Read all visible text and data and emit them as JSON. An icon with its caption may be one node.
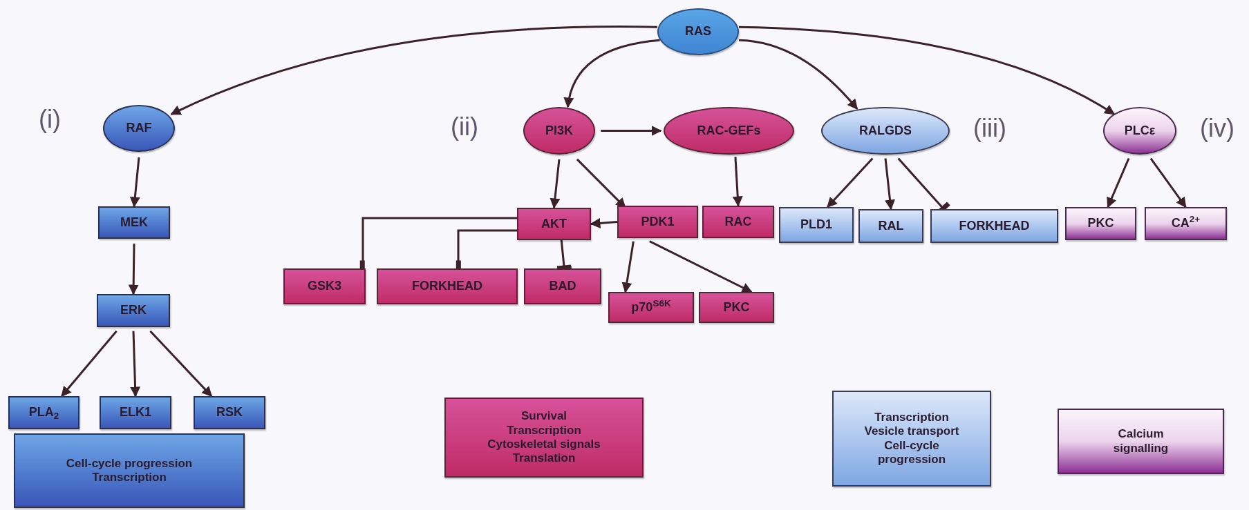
{
  "diagram": {
    "nodes": [
      {
        "text": [
          "RAS"
        ]
      },
      {
        "text": [
          "RAF"
        ]
      },
      {
        "text": [
          "MEK"
        ]
      },
      {
        "text": [
          "ERK"
        ]
      },
      {
        "text": [
          "PLA$_{2}$"
        ]
      },
      {
        "text": [
          "ELK1"
        ]
      },
      {
        "text": [
          "RSK"
        ]
      },
      {
        "text": [
          "Cell-cycle progression Transcription"
        ]
      },
      {
        "text": [
          "PI3K"
        ]
      },
      {
        "text": [
          "RAC-GEFs"
        ]
      },
      {
        "text": [
          "RALGDS"
        ]
      },
      {
        "text": [
          "PLCε"
        ]
      },
      {
        "text": [
          "AKT"
        ]
      },
      {
        "text": [
          "PDK1"
        ]
      },
      {
        "text": [
          "RAC"
        ]
      },
      {
        "text": [
          "PLD1"
        ]
      },
      {
        "text": [
          "RAL"
        ]
      },
      {
        "text": [
          "FORKHEAD"
        ]
      },
      {
        "text": [
          "PKC"
        ]
      },
      {
        "text": [
          "CA$^{2+}$"
        ]
      },
      {
        "text": [
          "GSK3"
        ]
      },
      {
        "text": [
          "FORKHEAD"
        ]
      },
      {
        "text": [
          "BAD"
        ]
      },
      {
        "text": [
          "p70$^{S6K}$"
        ]
      },
      {
        "text": [
          "PKC"
        ]
      },
      {
        "text": [
          "Survival Transcription Cytoskeletal signals Translation"
        ]
      },
      {
        "text": [
          "Transcription Vesicle transport Cell-cycle progression"
        ]
      },
      {
        "text": [
          "Calcium signalling"
        ]
      }
    ],
    "edges": [
      {
        "from": 0,
        "to": 1,
        "arrow": "to"
      },
      {
        "from": 0,
        "to": 8,
        "arrow": "to"
      },
      {
        "from": 0,
        "to": 10,
        "arrow": "to"
      },
      {
        "from": 0,
        "to": 11,
        "arrow": "to"
      },
      {
        "from": 1,
        "to": 2,
        "arrow": "to"
      },
      {
        "from": 2,
        "to": 3,
        "arrow": "to"
      },
      {
        "from": 3,
        "to": 4,
        "arrow": "to"
      },
      {
        "from": 3,
        "to": 5,
        "arrow": "to"
      },
      {
        "from": 3,
        "to": 6,
        "arrow": "to"
      },
      {
        "from": 8,
        "to": 9,
        "arrow": "to"
      },
      {
        "from": 8,
        "to": 12,
        "arrow": "to"
      },
      {
        "from": 8,
        "to": 13,
        "arrow": "to"
      },
      {
        "from": 9,
        "to": 14,
        "arrow": "to"
      },
      {
        "from": 13,
        "to": 12,
        "arrow": "to"
      },
      {
        "from": 12,
        "to": 20,
        "arrow": "other"
      },
      {
        "from": 12,
        "to": 21,
        "arrow": "other"
      },
      {
        "from": 12,
        "to": 22,
        "arrow": "other"
      },
      {
        "from": 13,
        "to": 23,
        "arrow": "to"
      },
      {
        "from": 13,
        "to": 24,
        "arrow": "to"
      },
      {
        "from": 10,
        "to": 15,
        "arrow": "to"
      },
      {
        "from": 10,
        "to": 16,
        "arrow": "to"
      },
      {
        "from": 10,
        "to": 17,
        "arrow": "other"
      },
      {
        "from": 11,
        "to": 18,
        "arrow": "to"
      },
      {
        "from": 11,
        "to": 19,
        "arrow": "to"
      }
    ],
    "labels": [
      "(i)",
      "(ii)",
      "(iii)",
      "(iv)"
    ]
  }
}
